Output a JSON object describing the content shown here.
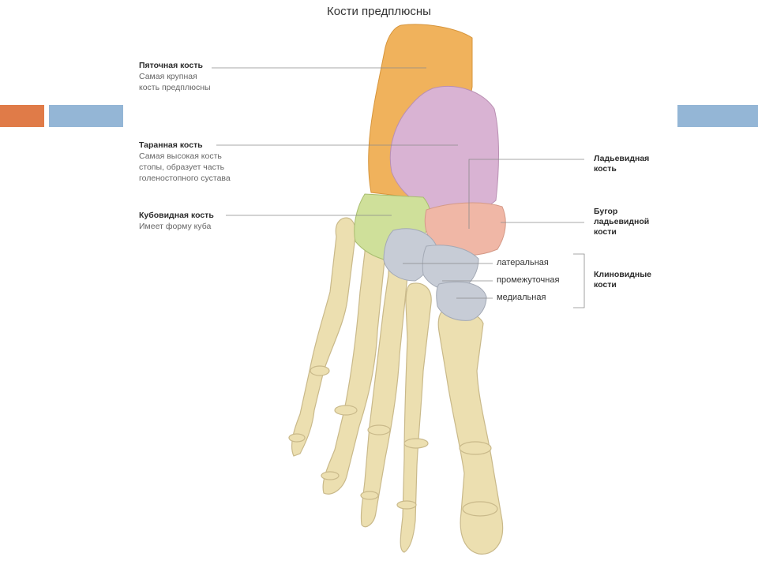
{
  "title": "Кости предплюсны",
  "colors": {
    "accent_orange": "#e07b48",
    "accent_blue": "#94b6d6",
    "calcaneus": "#f0b25c",
    "talus": "#d9b3d3",
    "cuboid": "#cfe09a",
    "navicular_tuberosity": "#f0b7a6",
    "cuneiform": "#c7ccd6",
    "bone": "#ecdfb0"
  },
  "left_labels": [
    {
      "name": "Пяточная кость",
      "desc": [
        "Самая крупная",
        "кость предплюсны"
      ]
    },
    {
      "name": "Таранная кость",
      "desc": [
        "Самая высокая кость",
        "стопы, образует часть",
        "голеностопного сустава"
      ]
    },
    {
      "name": "Кубовидная кость",
      "desc": [
        "Имеет форму куба"
      ]
    }
  ],
  "right_labels": [
    {
      "lines": [
        "Ладьевидная",
        "кость"
      ]
    },
    {
      "lines": [
        "Бугор",
        "ладьевидной",
        "кости"
      ]
    }
  ],
  "cuneiforms": [
    "латеральная",
    "промежуточная",
    "медиальная"
  ],
  "cuneiform_group": [
    "Клиновидные",
    "кости"
  ]
}
